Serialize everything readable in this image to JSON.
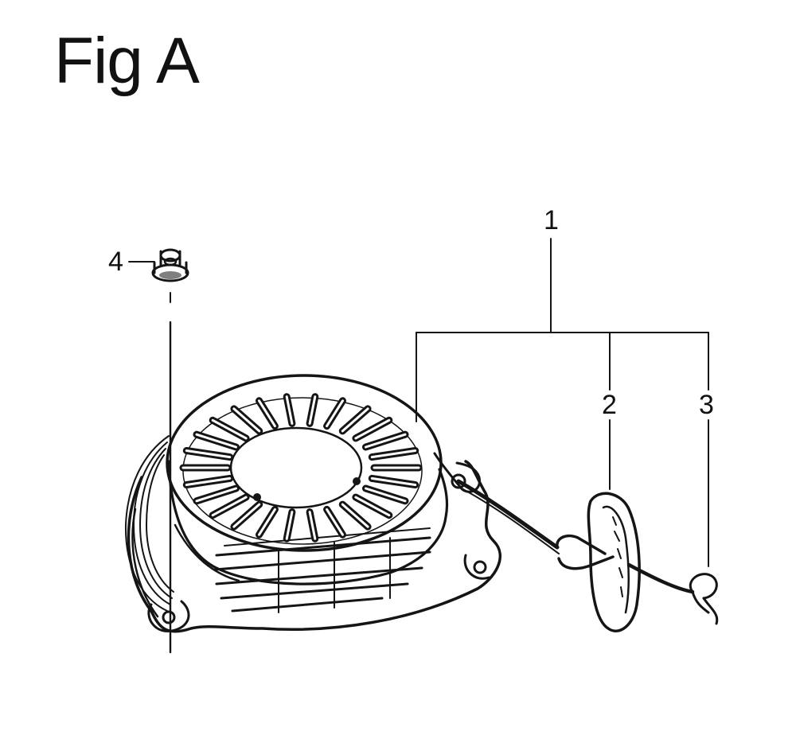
{
  "figure": {
    "title": "Fig A"
  },
  "callouts": [
    {
      "id": "1",
      "label": "1"
    },
    {
      "id": "2",
      "label": "2"
    },
    {
      "id": "3",
      "label": "3"
    },
    {
      "id": "4",
      "label": "4"
    }
  ],
  "colors": {
    "line": "#151515",
    "background": "#ffffff"
  }
}
